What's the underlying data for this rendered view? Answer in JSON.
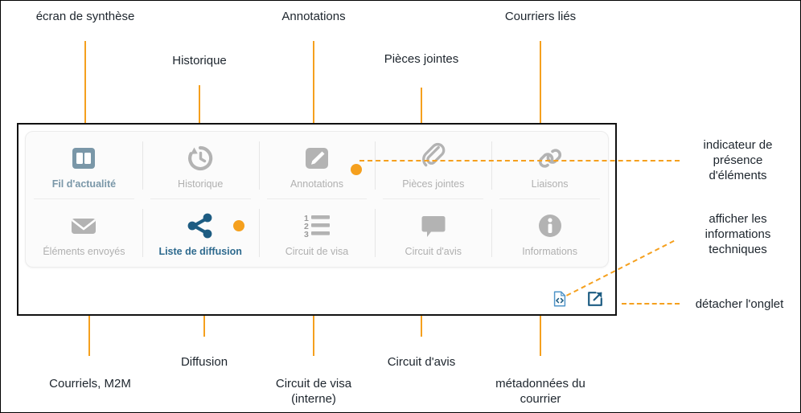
{
  "panel": {
    "tabs": [
      {
        "id": "fil-dactualite",
        "label": "Fil d'actualité",
        "icon": "dashboard-columns-icon",
        "state": "current",
        "badge": false
      },
      {
        "id": "historique",
        "label": "Historique",
        "icon": "history-clock-icon",
        "state": "inactive",
        "badge": false
      },
      {
        "id": "annotations",
        "label": "Annotations",
        "icon": "pencil-square-icon",
        "state": "inactive",
        "badge": true
      },
      {
        "id": "pieces-jointes",
        "label": "Pièces jointes",
        "icon": "paperclip-icon",
        "state": "inactive",
        "badge": false
      },
      {
        "id": "liaisons",
        "label": "Liaisons",
        "icon": "link-chain-icon",
        "state": "inactive",
        "badge": false
      },
      {
        "id": "elements-envoyes",
        "label": "Éléments envoyés",
        "icon": "envelope-icon",
        "state": "inactive",
        "badge": false
      },
      {
        "id": "liste-de-diffusion",
        "label": "Liste de diffusion",
        "icon": "share-nodes-icon",
        "state": "active",
        "badge": true
      },
      {
        "id": "circuit-de-visa",
        "label": "Circuit de visa",
        "icon": "numbered-list-icon",
        "state": "inactive",
        "badge": false
      },
      {
        "id": "circuit-davis",
        "label": "Circuit d'avis",
        "icon": "speech-bubble-icon",
        "state": "inactive",
        "badge": false
      },
      {
        "id": "informations",
        "label": "Informations",
        "icon": "info-circle-icon",
        "state": "inactive",
        "badge": false
      }
    ],
    "actions": [
      {
        "id": "technical-info",
        "icon": "file-code-icon"
      },
      {
        "id": "detach-tab",
        "icon": "external-link-icon"
      }
    ]
  },
  "callouts": {
    "top": [
      {
        "id": "ecran-de-synthese",
        "text": "écran de synthèse"
      },
      {
        "id": "historique",
        "text": "Historique"
      },
      {
        "id": "annotations",
        "text": "Annotations"
      },
      {
        "id": "pieces-jointes",
        "text": "Pièces jointes"
      },
      {
        "id": "courriers-lies",
        "text": "Courriers liés"
      }
    ],
    "right": [
      {
        "id": "indicateur-presence",
        "text": "indicateur de\npré­sence\nd'éléments"
      },
      {
        "id": "afficher-infos-techniques",
        "text": "afficher les\ninformations\ntechniques"
      },
      {
        "id": "detacher-onglet",
        "text": "détacher l'onglet"
      }
    ],
    "bottom": [
      {
        "id": "courriels-m2m",
        "text": "Courriels, M2M"
      },
      {
        "id": "diffusion",
        "text": "Diffusion"
      },
      {
        "id": "circuit-de-visa",
        "text": "Circuit de visa\n(interne)"
      },
      {
        "id": "circuit-davis",
        "text": "Circuit d'avis"
      },
      {
        "id": "metadonnees-courrier",
        "text": "métadonnées du\ncourrier"
      }
    ]
  },
  "colors": {
    "accent_orange": "#f5a01e",
    "active_blue": "#1d5c82",
    "icon_grey": "#b3b3b3",
    "current_tab": "#7a97a8",
    "text": "#1d252d"
  }
}
